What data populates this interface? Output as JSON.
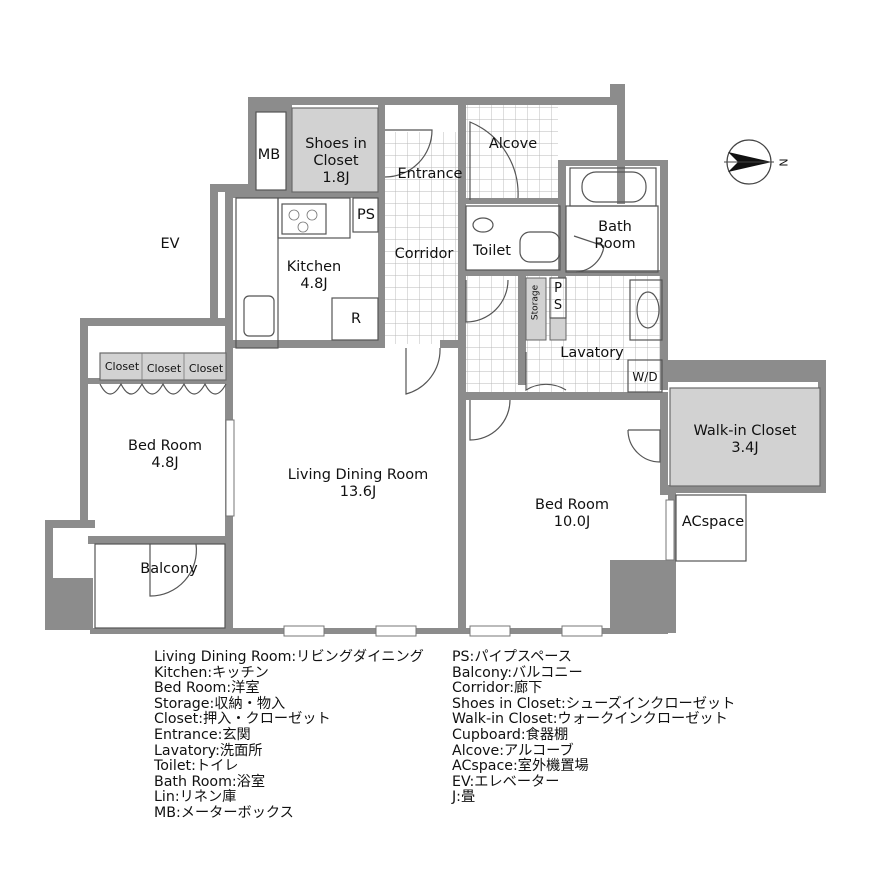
{
  "rooms": {
    "mb": "MB",
    "shoes_closet": "Shoes in\nCloset\n1.8J",
    "entrance": "Entrance",
    "alcove": "Alcove",
    "ev": "EV",
    "ps_kitchen": "PS",
    "kitchen": "Kitchen\n4.8J",
    "r": "R",
    "corridor": "Corridor",
    "toilet": "Toilet",
    "bath_room": "Bath\nRoom",
    "storage": "Storage",
    "ps_lav": "P\nS",
    "lavatory": "Lavatory",
    "wd": "W/D",
    "closet_1": "Closet",
    "closet_2": "Closet",
    "closet_3": "Closet",
    "bed_room_small": "Bed Room\n4.8J",
    "living": "Living Dining Room\n13.6J",
    "bed_room_large": "Bed Room\n10.0J",
    "walk_in": "Walk-in Closet\n3.4J",
    "acspace": "ACspace",
    "balcony": "Balcony"
  },
  "compass": {
    "north_label": "N"
  },
  "legend": {
    "left": [
      "Living Dining Room:リビングダイニング",
      "Kitchen:キッチン",
      "Bed Room:洋室",
      "Storage:収納・物入",
      "Closet:押入・クローゼット",
      "Entrance:玄関",
      "Lavatory:洗面所",
      "Toilet:トイレ",
      "Bath Room:浴室",
      "Lin:リネン庫",
      "MB:メーターボックス"
    ],
    "right": [
      "PS:パイプスペース",
      "Balcony:バルコニー",
      "Corridor:廊下",
      "Shoes in Closet:シューズインクローゼット",
      "Walk-in Closet:ウォークインクローゼット",
      "Cupboard:食器棚",
      "Alcove:アルコーブ",
      "ACspace:室外機置場",
      "EV:エレベーター",
      "J:畳"
    ]
  }
}
